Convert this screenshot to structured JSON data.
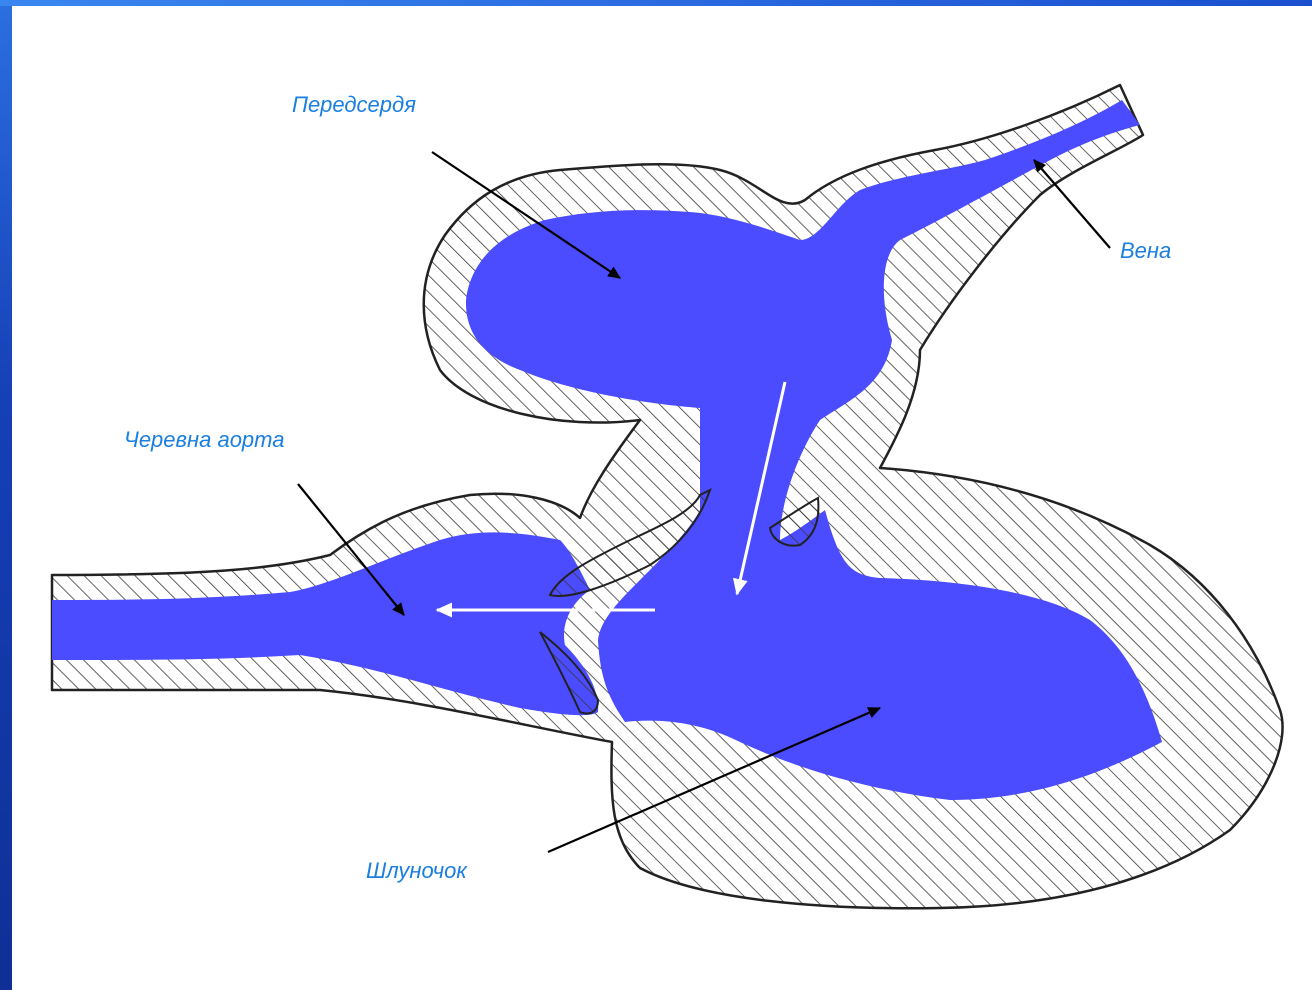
{
  "labels": {
    "atrium": "Передсердя",
    "vein": "Вена",
    "aorta": "Черевна аорта",
    "ventricle": "Шлуночок"
  },
  "colors": {
    "blood": "#4b4bff",
    "wall_hatch": "#3a3a3a",
    "label_text": "#1a7fe0",
    "flow_arrow": "#ffffff",
    "pointer_arrow": "#000000",
    "background_frame": "#1640b8"
  }
}
